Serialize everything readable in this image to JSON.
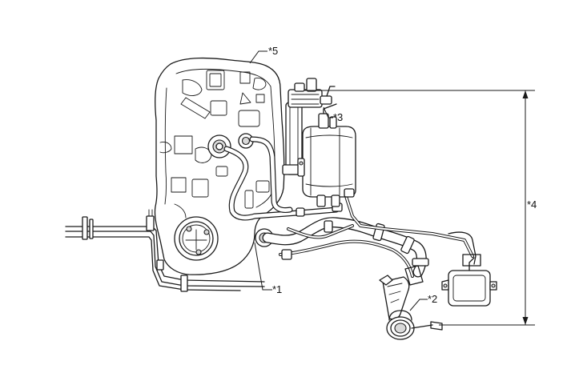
{
  "callouts": {
    "c1": "*1",
    "c2": "*2",
    "c3": "*3",
    "c4": "*4",
    "c5": "*5"
  },
  "colors": {
    "line": "#1a1a1a",
    "background": "#ffffff",
    "shade": "#d9d9d9"
  }
}
